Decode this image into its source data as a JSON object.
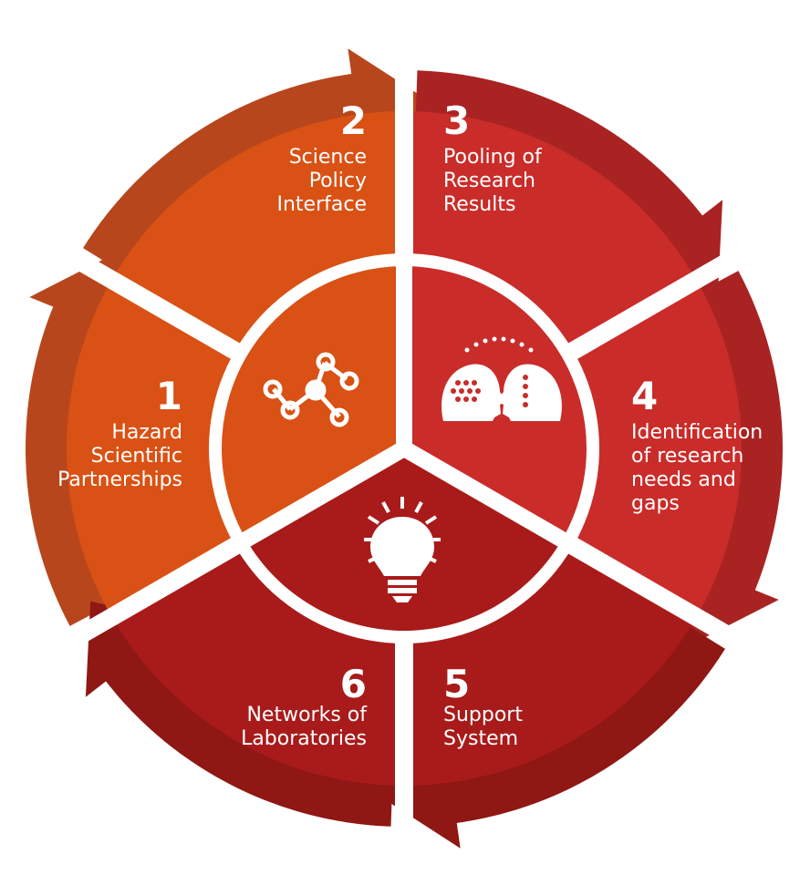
{
  "colors": {
    "orange": "#d95114",
    "orange_arrow": "#b8461c",
    "red": "#c92c29",
    "red_arrow": "#a82322",
    "dark_red": "#a81b1a",
    "dark_red_arrow": "#8f1714",
    "white": "#ffffff"
  },
  "segments": [
    {
      "number": "1",
      "lines": [
        "Hazard",
        "Scientific",
        "Partnerships"
      ]
    },
    {
      "number": "2",
      "lines": [
        "Science",
        "Policy",
        "Interface"
      ]
    },
    {
      "number": "3",
      "lines": [
        "Pooling of",
        "Research",
        "Results"
      ]
    },
    {
      "number": "4",
      "lines": [
        "Identification",
        "of research",
        "needs and",
        "gaps"
      ]
    },
    {
      "number": "5",
      "lines": [
        "Support",
        "System"
      ]
    },
    {
      "number": "6",
      "lines": [
        "Networks of",
        "Laboratories"
      ]
    }
  ],
  "center_icons": [
    "network-icon",
    "two-heads-icon",
    "lightbulb-icon"
  ]
}
